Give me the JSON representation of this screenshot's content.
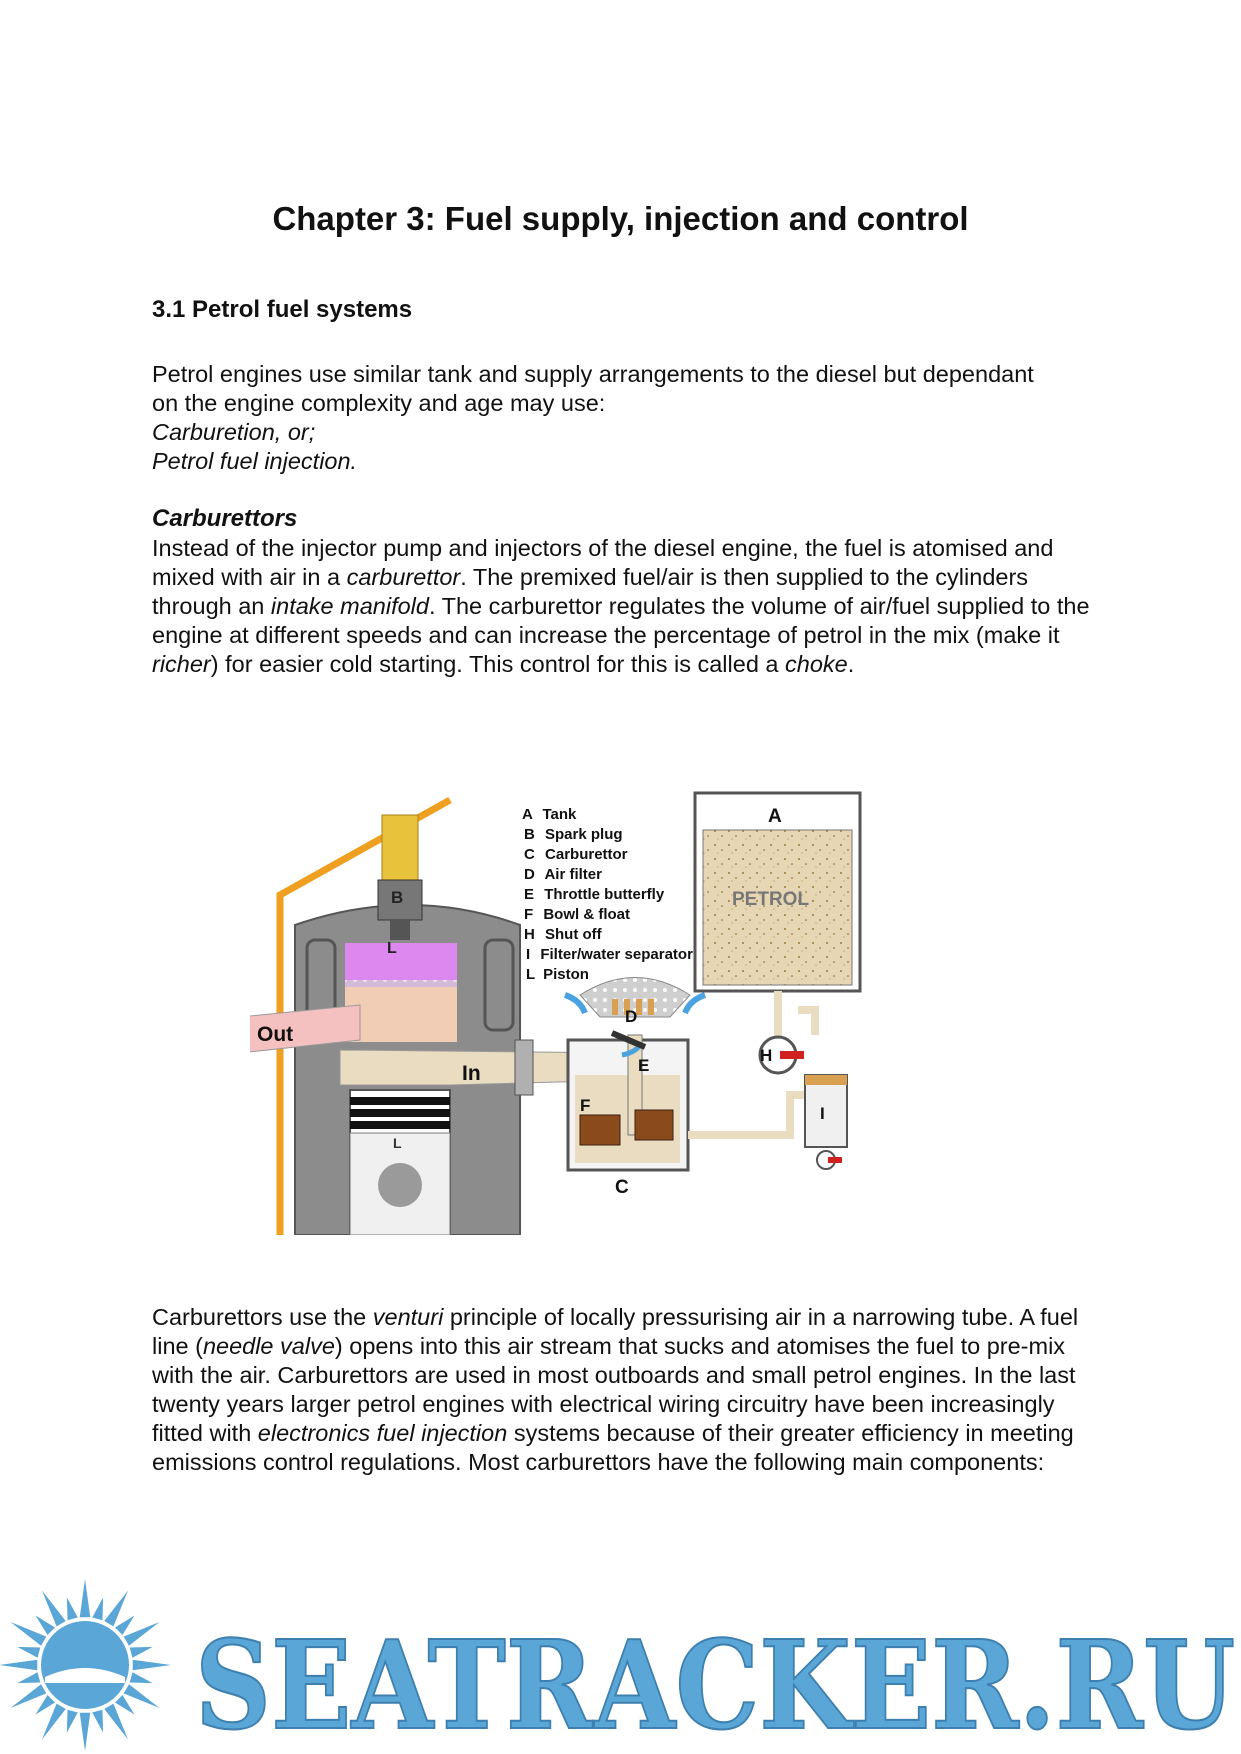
{
  "document": {
    "title": "Chapter 3: Fuel supply, injection and control",
    "section_heading": "3.1 Petrol fuel systems",
    "intro": {
      "lines": [
        "Petrol engines use similar tank and supply arrangements to the diesel but dependant",
        "on the engine complexity and age may use:"
      ],
      "options": [
        "Carburetion, or;",
        "Petrol fuel injection."
      ]
    },
    "carburettors": {
      "heading": "Carburettors",
      "segments": [
        {
          "text": "Instead of the injector pump and injectors of the diesel engine, the fuel is atomised and mixed with air in a ",
          "italic": false
        },
        {
          "text": "carburettor",
          "italic": true
        },
        {
          "text": ". The premixed fuel/air is then supplied to the cylinders through an ",
          "italic": false
        },
        {
          "text": "intake manifold",
          "italic": true
        },
        {
          "text": ". The carburettor regulates the volume of air/fuel supplied to the engine at different speeds and can increase the percentage of petrol in the mix (make it ",
          "italic": false
        },
        {
          "text": "richer",
          "italic": true
        },
        {
          "text": ") for easier cold starting. This control for this is called a ",
          "italic": false
        },
        {
          "text": "choke",
          "italic": true
        },
        {
          "text": ".",
          "italic": false
        }
      ]
    },
    "venturi_paragraph": {
      "segments": [
        {
          "text": "Carburettors use the ",
          "italic": false
        },
        {
          "text": "venturi",
          "italic": true
        },
        {
          "text": " principle of locally pressurising air in a narrowing tube. A fuel line (",
          "italic": false
        },
        {
          "text": "needle valve",
          "italic": true
        },
        {
          "text": ") opens into this air stream that sucks and atomises the fuel to pre-mix with the air. Carburettors are used in most outboards and small petrol engines. In the last twenty years larger petrol engines with electrical wiring circuitry have been increasingly fitted with ",
          "italic": false
        },
        {
          "text": "electronics fuel injection",
          "italic": true
        },
        {
          "text": " systems because of their greater efficiency in meeting emissions control regulations. Most carburettors have the following main components:",
          "italic": false
        }
      ]
    }
  },
  "diagram": {
    "legend": [
      {
        "key": "A",
        "label": "Tank"
      },
      {
        "key": "B",
        "label": "Spark plug"
      },
      {
        "key": "C",
        "label": "Carburettor"
      },
      {
        "key": "D",
        "label": "Air filter"
      },
      {
        "key": "E",
        "label": "Throttle butterfly"
      },
      {
        "key": "F",
        "label": "Bowl & float"
      },
      {
        "key": "H",
        "label": "Shut off"
      },
      {
        "key": "I",
        "label": "Filter/water separator"
      },
      {
        "key": "L",
        "label": "Piston"
      }
    ],
    "labels": {
      "tank": "A",
      "petrol": "PETROL",
      "spark_plug": "B",
      "piston_top": "L",
      "piston": "L",
      "out": "Out",
      "in": "In",
      "air_filter": "D",
      "throttle": "E",
      "bowl": "F",
      "carburettor": "C",
      "shutoff": "H",
      "separator": "I"
    },
    "colors": {
      "engine_grey": "#8c8c8c",
      "combustion_purple": "#dd88ee",
      "mixture_beige": "#e9dcc0",
      "exhaust_pink": "#f5c0c0",
      "fuel_line": "#f0a020",
      "petrol_fill": "#e6d6b4",
      "arrow_blue": "#4aa3e0",
      "valve_red": "#d02020"
    }
  },
  "watermark": {
    "text": "SEATRACKER.RU",
    "color": "#5aa6d6"
  }
}
